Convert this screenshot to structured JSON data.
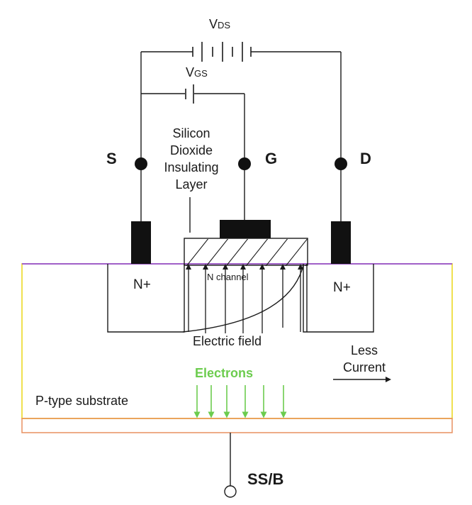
{
  "labels": {
    "vds_main": "V",
    "vds_sub": "DS",
    "vgs_main": "V",
    "vgs_sub": "GS",
    "source": "S",
    "gate": "G",
    "drain": "D",
    "oxide_line1": "Silicon",
    "oxide_line2": "Dioxide",
    "oxide_line3": "Insulating",
    "oxide_line4": "Layer",
    "n_plus_left": "N+",
    "n_plus_right": "N+",
    "n_channel": "N channel",
    "electric_field": "Electric field",
    "less_line1": "Less",
    "less_line2": "Current",
    "electrons": "Electrons",
    "substrate": "P-type substrate",
    "bulk": "SS/B"
  },
  "colors": {
    "substrate_border": "#f0e050",
    "surface_line": "#a060c8",
    "bottom_layer": "#e89060",
    "electrons": "#6ccc4e",
    "metal": "#111111"
  }
}
